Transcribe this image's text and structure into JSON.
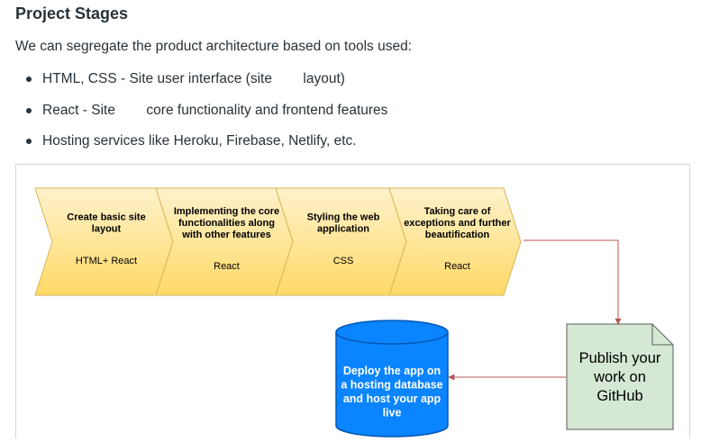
{
  "page_title": "Project Stages",
  "intro": "We can segregate the product architecture based on tools used:",
  "bullets": [
    "HTML, CSS - Site user interface (site        layout)",
    "React - Site        core functionality and frontend features",
    "Hosting services like Heroku, Firebase, Netlify, etc."
  ],
  "diagram": {
    "stages": [
      {
        "lines": [
          "Create basic site",
          "layout"
        ],
        "tool": "HTML+ React"
      },
      {
        "lines": [
          "Implementing the core",
          "functionalities along",
          "with other features"
        ],
        "tool": "React"
      },
      {
        "lines": [
          "Styling the web",
          "application"
        ],
        "tool": "CSS"
      },
      {
        "lines": [
          "Taking care of",
          "exceptions and further",
          "beautification"
        ],
        "tool": "React"
      }
    ],
    "publish_lines": [
      "Publish your",
      "work on",
      "GitHub"
    ],
    "deploy_lines": [
      "Deploy the app on",
      "a hosting database",
      "and host your app",
      "live"
    ],
    "colors": {
      "stage_top": "#fff2cc",
      "stage_bottom": "#ffd966",
      "stage_stroke": "#d6b656",
      "connector": "#b85450",
      "publish_fill": "#d5e8d4",
      "publish_stroke": "#5b5b5b",
      "deploy_fill": "#0a84ff",
      "deploy_stroke": "#0056b3"
    }
  }
}
